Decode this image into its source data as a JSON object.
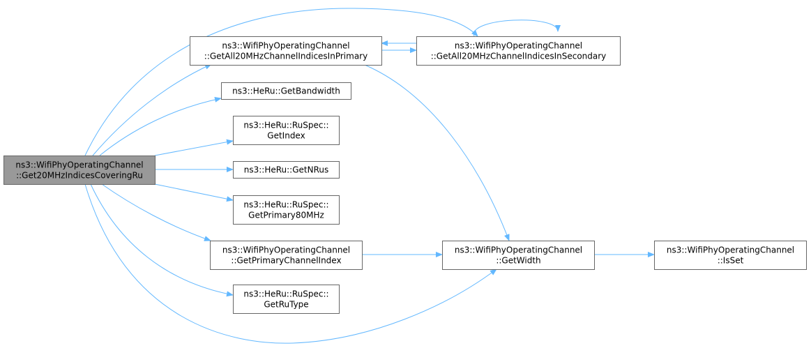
{
  "graph": {
    "colors": {
      "edge": "#63b8ff",
      "node_border": "#666666",
      "node_fill": "#ffffff",
      "focus_fill": "#999999",
      "text": "#000000"
    },
    "nodes": [
      {
        "id": "get20",
        "lines": [
          "ns3::WifiPhyOperatingChannel",
          "::Get20MHzIndicesCoveringRu"
        ],
        "focus": true
      },
      {
        "id": "getAllPrimary",
        "lines": [
          "ns3::WifiPhyOperatingChannel",
          "::GetAll20MHzChannelIndicesInPrimary"
        ]
      },
      {
        "id": "getAllSecondary",
        "lines": [
          "ns3::WifiPhyOperatingChannel",
          "::GetAll20MHzChannelIndicesInSecondary"
        ]
      },
      {
        "id": "getBandwidth",
        "lines": [
          "ns3::HeRu::GetBandwidth"
        ]
      },
      {
        "id": "getIndex",
        "lines": [
          "ns3::HeRu::RuSpec::",
          "GetIndex"
        ]
      },
      {
        "id": "getNRus",
        "lines": [
          "ns3::HeRu::GetNRus"
        ]
      },
      {
        "id": "getPrimary80",
        "lines": [
          "ns3::HeRu::RuSpec::",
          "GetPrimary80MHz"
        ]
      },
      {
        "id": "getPrimaryIdx",
        "lines": [
          "ns3::WifiPhyOperatingChannel",
          "::GetPrimaryChannelIndex"
        ]
      },
      {
        "id": "getRuType",
        "lines": [
          "ns3::HeRu::RuSpec::",
          "GetRuType"
        ]
      },
      {
        "id": "getWidth",
        "lines": [
          "ns3::WifiPhyOperatingChannel",
          "::GetWidth"
        ]
      },
      {
        "id": "isSet",
        "lines": [
          "ns3::WifiPhyOperatingChannel",
          "::IsSet"
        ]
      }
    ],
    "edges": [
      {
        "from": "get20",
        "to": "getAllPrimary"
      },
      {
        "from": "get20",
        "to": "getAllSecondary"
      },
      {
        "from": "get20",
        "to": "getBandwidth"
      },
      {
        "from": "get20",
        "to": "getIndex"
      },
      {
        "from": "get20",
        "to": "getNRus"
      },
      {
        "from": "get20",
        "to": "getPrimary80"
      },
      {
        "from": "get20",
        "to": "getPrimaryIdx"
      },
      {
        "from": "get20",
        "to": "getRuType"
      },
      {
        "from": "get20",
        "to": "getWidth"
      },
      {
        "from": "getAllPrimary",
        "to": "getAllSecondary"
      },
      {
        "from": "getAllPrimary",
        "to": "getWidth"
      },
      {
        "from": "getAllSecondary",
        "to": "getAllPrimary"
      },
      {
        "from": "getAllSecondary",
        "to": "getAllSecondary"
      },
      {
        "from": "getPrimaryIdx",
        "to": "getWidth"
      },
      {
        "from": "getWidth",
        "to": "isSet"
      }
    ]
  }
}
